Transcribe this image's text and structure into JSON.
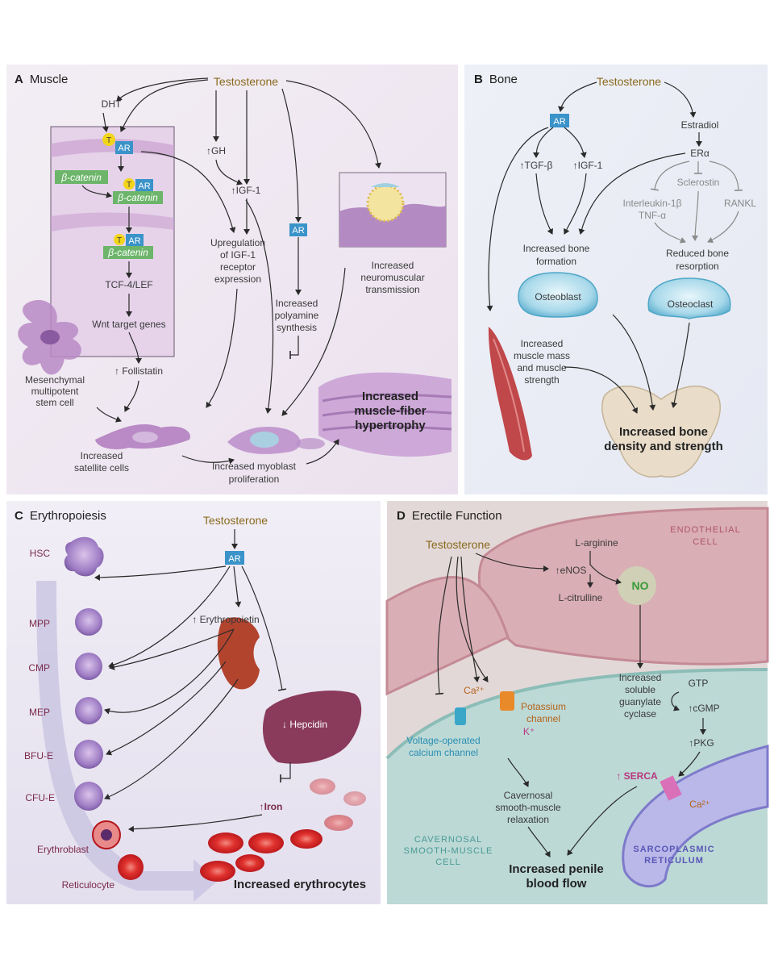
{
  "panelA": {
    "title_letter": "A",
    "title": "Muscle",
    "testosterone": "Testosterone",
    "dht": "DHT",
    "t_badge": "T",
    "ar_badge": "AR",
    "beta_catenin": "β-catenin",
    "tcf": "TCF-4/LEF",
    "wnt": "Wnt target genes",
    "follistatin": "↑ Follistatin",
    "mesenchymal": [
      "Mesenchymal",
      "multipotent",
      "stem cell"
    ],
    "gh": "↑GH",
    "igf1": "↑IGF-1",
    "upregulation": [
      "Upregulation",
      "of IGF-1",
      "receptor",
      "expression"
    ],
    "polyamine": [
      "Increased",
      "polyamine",
      "synthesis"
    ],
    "neuromuscular": [
      "Increased",
      "neuromuscular",
      "transmission"
    ],
    "hypertrophy": [
      "Increased",
      "muscle-fiber",
      "hypertrophy"
    ],
    "satellite": [
      "Increased",
      "satellite cells"
    ],
    "myoblast": [
      "Increased myoblast",
      "proliferation"
    ]
  },
  "panelB": {
    "title_letter": "B",
    "title": "Bone",
    "testosterone": "Testosterone",
    "ar_badge": "AR",
    "estradiol": "Estradiol",
    "era": "ERα",
    "tgf": "↑TGF-β",
    "igf1": "↑IGF-1",
    "sclerostin": "Sclerostin",
    "interleukin": [
      "Interleukin-1β",
      "TNF-α"
    ],
    "rankl": "RANKL",
    "bone_formation": [
      "Increased bone",
      "formation"
    ],
    "bone_resorption": [
      "Reduced bone",
      "resorption"
    ],
    "osteoblast": "Osteoblast",
    "osteoclast": "Osteoclast",
    "muscle_mass": [
      "Increased",
      "muscle mass",
      "and muscle",
      "strength"
    ],
    "bone_density": [
      "Increased bone",
      "density and strength"
    ]
  },
  "panelC": {
    "title_letter": "C",
    "title": "Erythropoiesis",
    "testosterone": "Testosterone",
    "ar_badge": "AR",
    "cells": [
      "HSC",
      "MPP",
      "CMP",
      "MEP",
      "BFU-E",
      "CFU-E",
      "Erythroblast",
      "Reticulocyte"
    ],
    "erythropoietin": "↑ Erythropoietin",
    "hepcidin": "↓ Hepcidin",
    "iron": "↑Iron",
    "erythrocytes": "Increased erythrocytes"
  },
  "panelD": {
    "title_letter": "D",
    "title": "Erectile Function",
    "testosterone": "Testosterone",
    "endothelial": [
      "ENDOTHELIAL",
      "CELL"
    ],
    "larginine": "L-arginine",
    "enos": "↑eNOS",
    "lcitrulline": "L-citrulline",
    "no": "NO",
    "soluble": [
      "Increased",
      "soluble",
      "guanylate",
      "cyclase"
    ],
    "gtp": "GTP",
    "cgmp": "↑cGMP",
    "pkg": "↑PKG",
    "serca": "↑ SERCA",
    "ca": "Ca²⁺",
    "k": "K⁺",
    "potassium": [
      "Potassium",
      "channel"
    ],
    "calcium_channel": [
      "Voltage-operated",
      "calcium channel"
    ],
    "relaxation": [
      "Cavernosal",
      "smooth-muscle",
      "relaxation"
    ],
    "cavernosal_cell": [
      "CAVERNOSAL",
      "SMOOTH-MUSCLE",
      "CELL"
    ],
    "sarcoplasmic": [
      "SARCOPLASMIC",
      "RETICULUM"
    ],
    "blood_flow": [
      "Increased penile",
      "blood flow"
    ]
  }
}
